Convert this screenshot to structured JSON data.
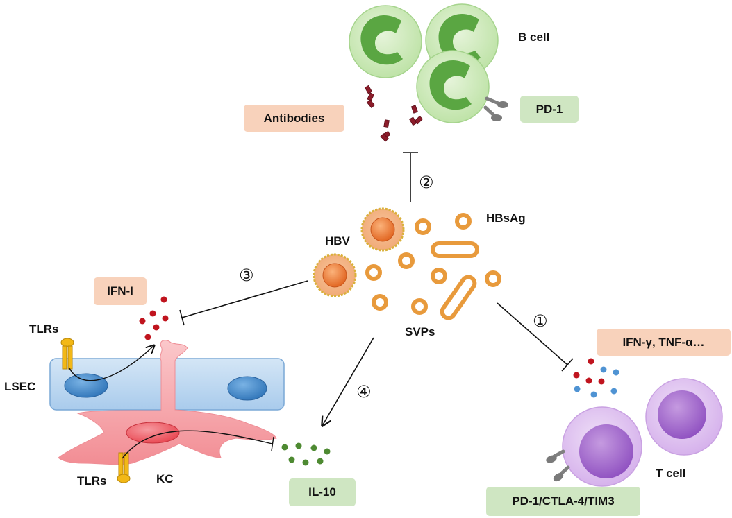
{
  "labels": {
    "b_cell": "B cell",
    "antibodies": "Antibodies",
    "pd1": "PD-1",
    "hbv": "HBV",
    "hbsag": "HBsAg",
    "svps": "SVPs",
    "ifn_i": "IFN-I",
    "tlrs_top": "TLRs",
    "lsec": "LSEC",
    "tlrs_bottom": "TLRs",
    "kc": "KC",
    "il10": "IL-10",
    "ifn_tnf": "IFN-γ, TNF-α…",
    "t_cell": "T cell",
    "t_checkpoints": "PD-1/CTLA-4/TIM3"
  },
  "steps": {
    "one": "①",
    "two": "②",
    "three": "③",
    "four": "④"
  },
  "colors": {
    "b_cell": "#bfe3a8",
    "b_nucleus": "#5aa642",
    "t_cell": "#dcb9ee",
    "t_nucleus": "#9a5fc9",
    "lsec": "#b7d4ef",
    "lsec_nucleus": "#3f86c8",
    "kc": "#f6a3a8",
    "kc_nucleus": "#ef5a63",
    "hbv": "#e8702a",
    "virus_spike": "#d9b13a",
    "ifn_dot": "#c0141e",
    "il10_dot": "#4e8a32",
    "cytokine_blue": "#4f93d3",
    "receptor_yellow": "#f2b817",
    "antibody": "#8c1c2a",
    "pd1_receptor": "#808080",
    "label_orange": "#f8d2bb",
    "label_green": "#cfe6c2"
  },
  "icons": {
    "inhibition": "inhibition-arrow-icon",
    "activation": "activation-arrow-icon"
  }
}
